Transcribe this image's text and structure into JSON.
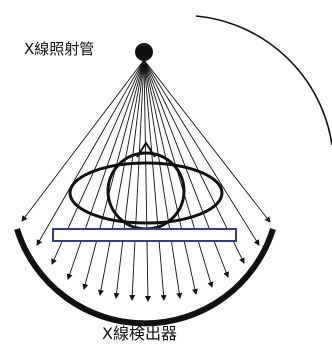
{
  "diagram": {
    "tube_label": "X線照射管",
    "detector_label": "X線検出器",
    "colors": {
      "line": "#111111",
      "table_outline": "#3a3f7a",
      "background": "#ffffff"
    },
    "parts": [
      "x-ray-source",
      "x-ray-beams",
      "patient-body-cross-section",
      "patient-table",
      "detector-arc",
      "gantry-rotation-arc"
    ]
  }
}
